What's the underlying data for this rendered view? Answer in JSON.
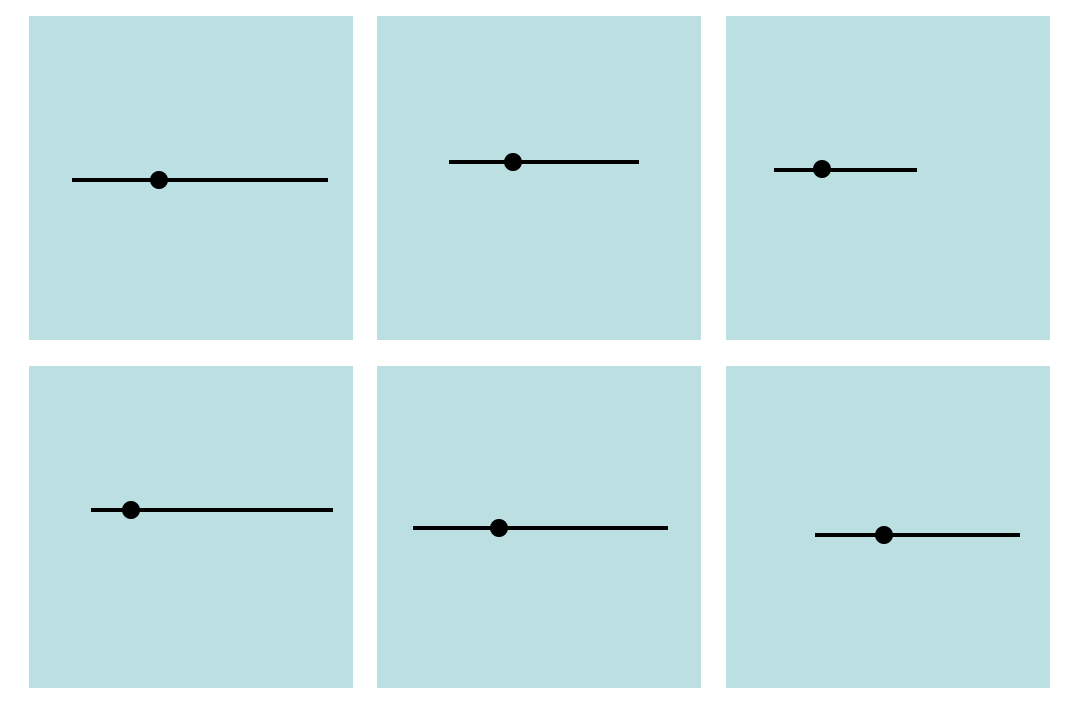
{
  "style": {
    "panel_background": "#bcdfe2",
    "line_color": "#000000",
    "dot_color": "#000000"
  },
  "panels": [
    {
      "id": "panel-1",
      "shape": "segment-with-dot"
    },
    {
      "id": "panel-2",
      "shape": "segment-with-dot"
    },
    {
      "id": "panel-3",
      "shape": "segment-with-dot"
    },
    {
      "id": "panel-4",
      "shape": "segment-with-dot"
    },
    {
      "id": "panel-5",
      "shape": "segment-with-dot"
    },
    {
      "id": "panel-6",
      "shape": "segment-with-dot"
    }
  ]
}
